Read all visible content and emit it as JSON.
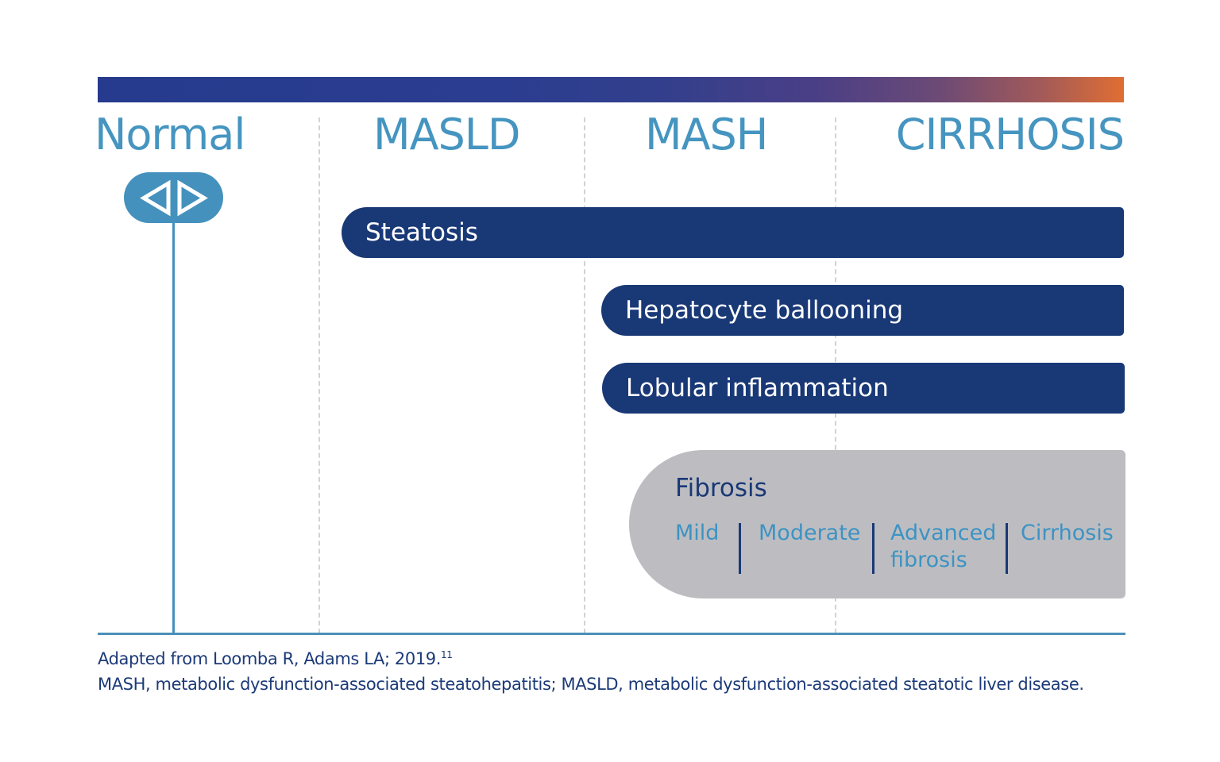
{
  "colors": {
    "stage_label": "#4595c0",
    "feature_bar": "#193876",
    "fibrosis_box": "#bdbdc1",
    "fibrosis_stage_text": "#3d93c2",
    "gradient_start": "#263b8e",
    "gradient_end": "#e06e33",
    "footnote": "#1c3a78"
  },
  "stages": {
    "normal": "Normal",
    "masld": "MASLD",
    "mash": "MASH",
    "cirrhosis": "CIRRHOSIS"
  },
  "normal_marker": {
    "icon": "left-right-triangles-icon"
  },
  "features": [
    {
      "label": "Steatosis",
      "starts_at_stage": "MASLD"
    },
    {
      "label": "Hepatocyte ballooning",
      "starts_at_stage": "MASH"
    },
    {
      "label": "Lobular inflammation",
      "starts_at_stage": "MASH"
    }
  ],
  "fibrosis": {
    "title": "Fibrosis",
    "stages": [
      "Mild",
      "Moderate",
      "Advanced fibrosis",
      "Cirrhosis"
    ]
  },
  "footnotes": {
    "source": "Adapted from Loomba R, Adams LA; 2019.",
    "source_ref": "11",
    "abbreviations": "MASH, metabolic dysfunction-associated steatohepatitis; MASLD, metabolic dysfunction-associated steatotic liver disease."
  }
}
